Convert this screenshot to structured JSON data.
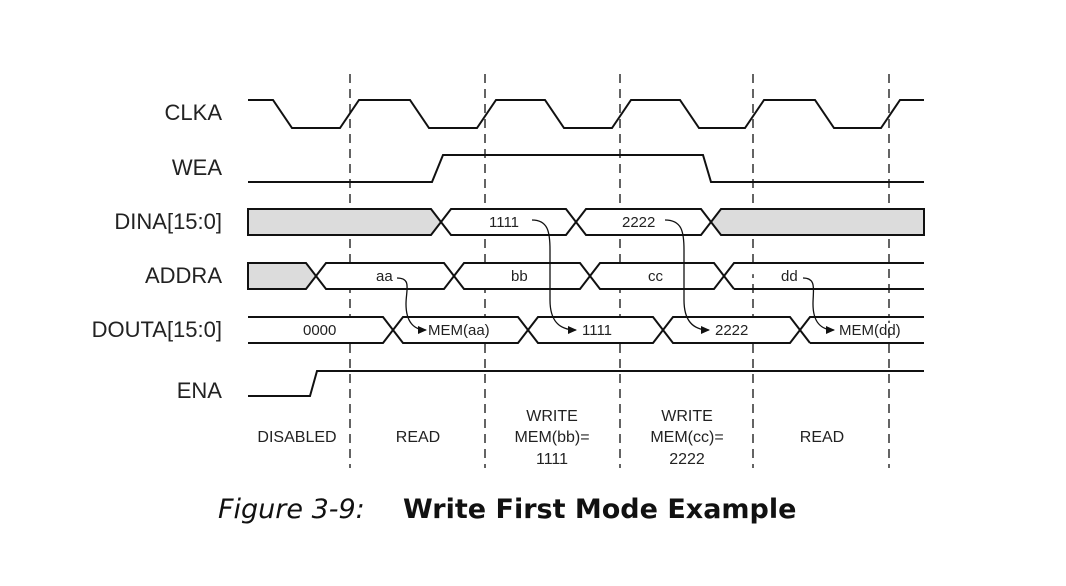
{
  "signals": {
    "clka": "CLKA",
    "wea": "WEA",
    "dina": "DINA[15:0]",
    "addra": "ADDRA",
    "douta": "DOUTA[15:0]",
    "ena": "ENA"
  },
  "values": {
    "dina_1": "1111",
    "dina_2": "2222",
    "addra_aa": "aa",
    "addra_bb": "bb",
    "addra_cc": "cc",
    "addra_dd": "dd",
    "douta_0000": "0000",
    "douta_mem_aa": "MEM(aa)",
    "douta_1111": "1111",
    "douta_2222": "2222",
    "douta_mem_dd": "MEM(dd)"
  },
  "phases": {
    "disabled": "DISABLED",
    "read1": "READ",
    "write1_l1": "WRITE",
    "write1_l2": "MEM(bb)=",
    "write1_l3": "1111",
    "write2_l1": "WRITE",
    "write2_l2": "MEM(cc)=",
    "write2_l3": "2222",
    "read2": "READ"
  },
  "caption": {
    "number": "Figure 3-9:",
    "title": "Write First Mode Example"
  },
  "colors": {
    "line": "#111111",
    "shade": "#dcdcdc",
    "text": "#222222"
  }
}
